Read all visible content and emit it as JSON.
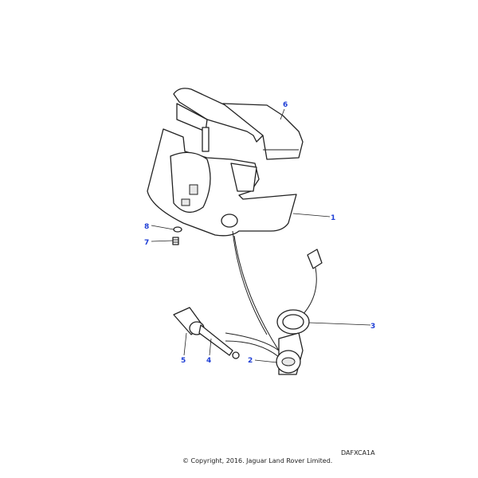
{
  "diagram_code": "DAFXCA1A",
  "copyright": "© Copyright, 2016. Jaguar Land Rover Limited.",
  "callout_color": "#1f3fd6",
  "callouts": [
    "1",
    "2",
    "3",
    "4",
    "5",
    "6",
    "7",
    "8"
  ]
}
